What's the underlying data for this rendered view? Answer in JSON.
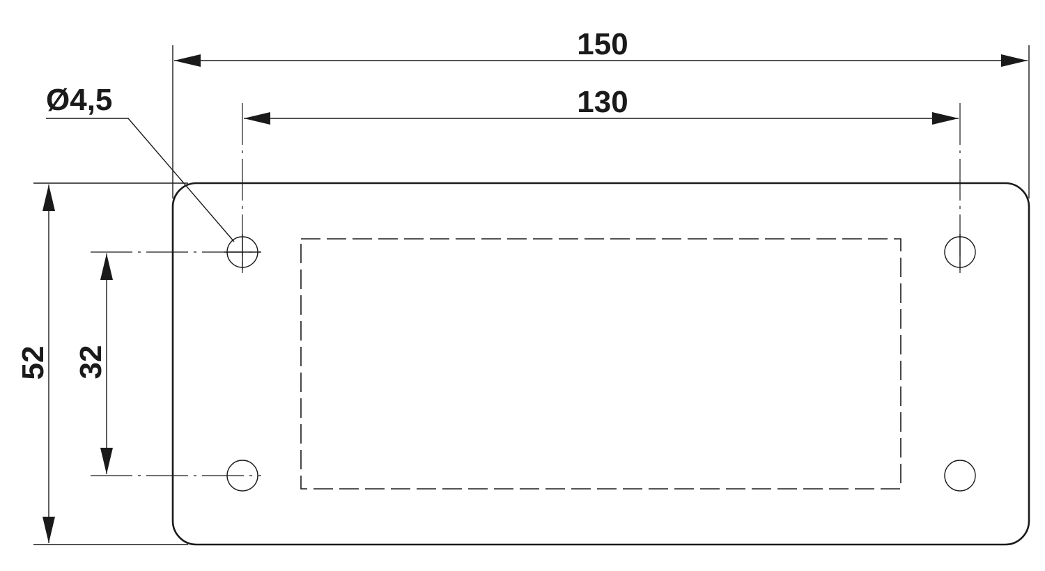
{
  "drawing": {
    "dimensions": {
      "overall_width": "150",
      "hole_spacing_horizontal": "130",
      "hole_diameter": "Ø4,5",
      "overall_height": "52",
      "hole_spacing_vertical": "32"
    }
  },
  "colors": {
    "line": "#1a1a1a",
    "background": "#ffffff"
  }
}
